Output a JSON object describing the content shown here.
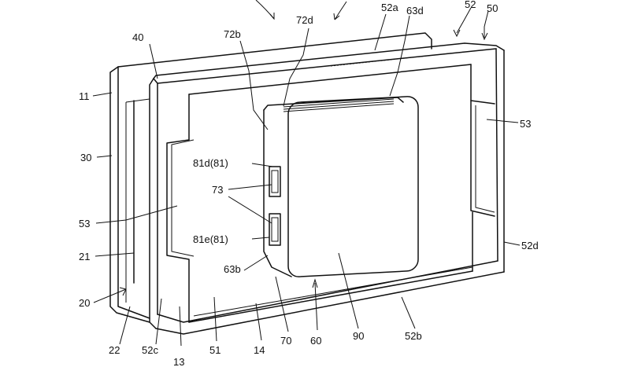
{
  "labels": {
    "l50": "50",
    "l52": "52",
    "l52a": "52a",
    "l63d": "63d",
    "l72d": "72d",
    "l72b": "72b",
    "l40": "40",
    "l11": "11",
    "l30": "30",
    "l53_right": "53",
    "l81d": "81d(81)",
    "l73": "73",
    "l53_left": "53",
    "l81e": "81e(81)",
    "l21": "21",
    "l63b": "63b",
    "l52d": "52d",
    "l20": "20",
    "l22": "22",
    "l52c": "52c",
    "l13": "13",
    "l51": "51",
    "l14": "14",
    "l70": "70",
    "l60": "60",
    "l90": "90",
    "l52b": "52b"
  }
}
